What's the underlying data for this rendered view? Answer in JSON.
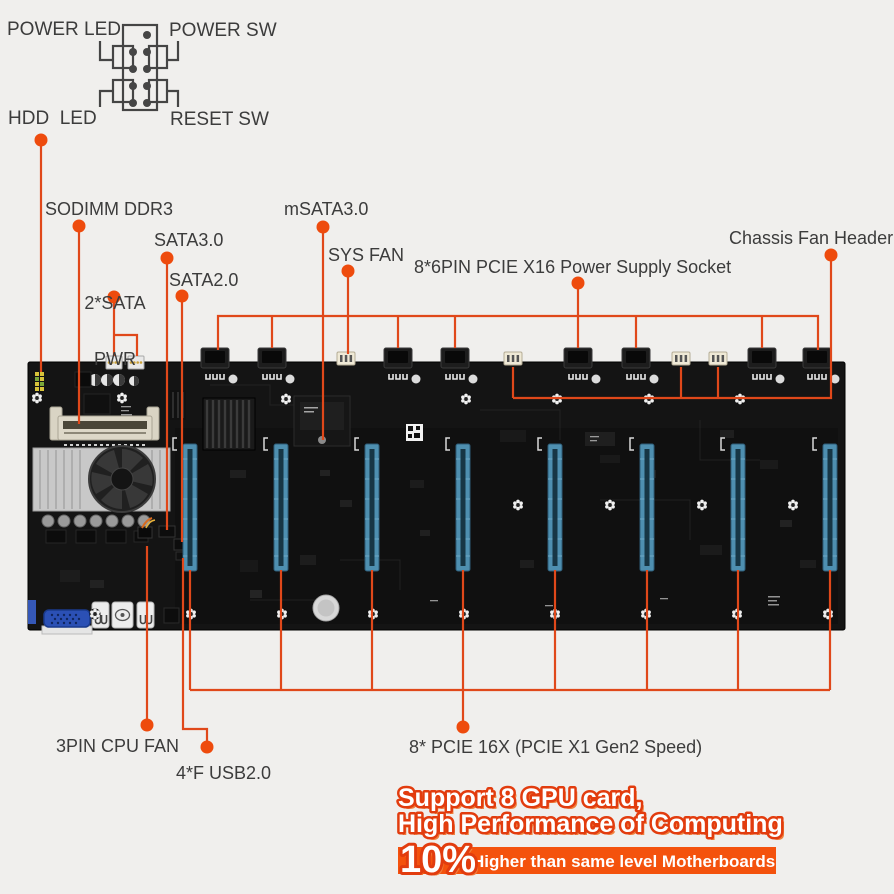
{
  "colors": {
    "accent_line": "#e0481a",
    "dot": "#ee4b0d",
    "label_text": "#3c3c3c",
    "background": "#f0efed",
    "banner_bg": "#f4520d",
    "banner_text": "#ffffff",
    "promo_outline": "#e23c0e",
    "promo_shadow": "#f0813d",
    "board_black": "#141414",
    "slot_blue": "#4e8fb0",
    "diagram_gray": "#454545"
  },
  "pin_diagram": {
    "power_led": "POWER LED",
    "power_sw": "POWER SW",
    "hdd_led": "HDD  LED",
    "reset_sw": "RESET SW"
  },
  "callouts": {
    "sodimm": "SODIMM DDR3",
    "sata_pwr_line1": "2*SATA",
    "sata_pwr_line2": "PWR",
    "sata3": "SATA3.0",
    "sata2": "SATA2.0",
    "msata": "mSATA3.0",
    "sys_fan": "SYS FAN",
    "pcie_power": "8*6PIN PCIE X16 Power Supply Socket",
    "chassis_fan": "Chassis Fan Header",
    "cpu_fan": "3PIN CPU FAN",
    "usb": "4*F USB2.0",
    "pcie_slots": "8* PCIE 16X (PCIE X1 Gen2 Speed)"
  },
  "promo": {
    "line1": "Support 8 GPU card,",
    "line2": "High Performance of Computing",
    "badge": "10%",
    "banner": "Higher than same level Motherboards"
  }
}
